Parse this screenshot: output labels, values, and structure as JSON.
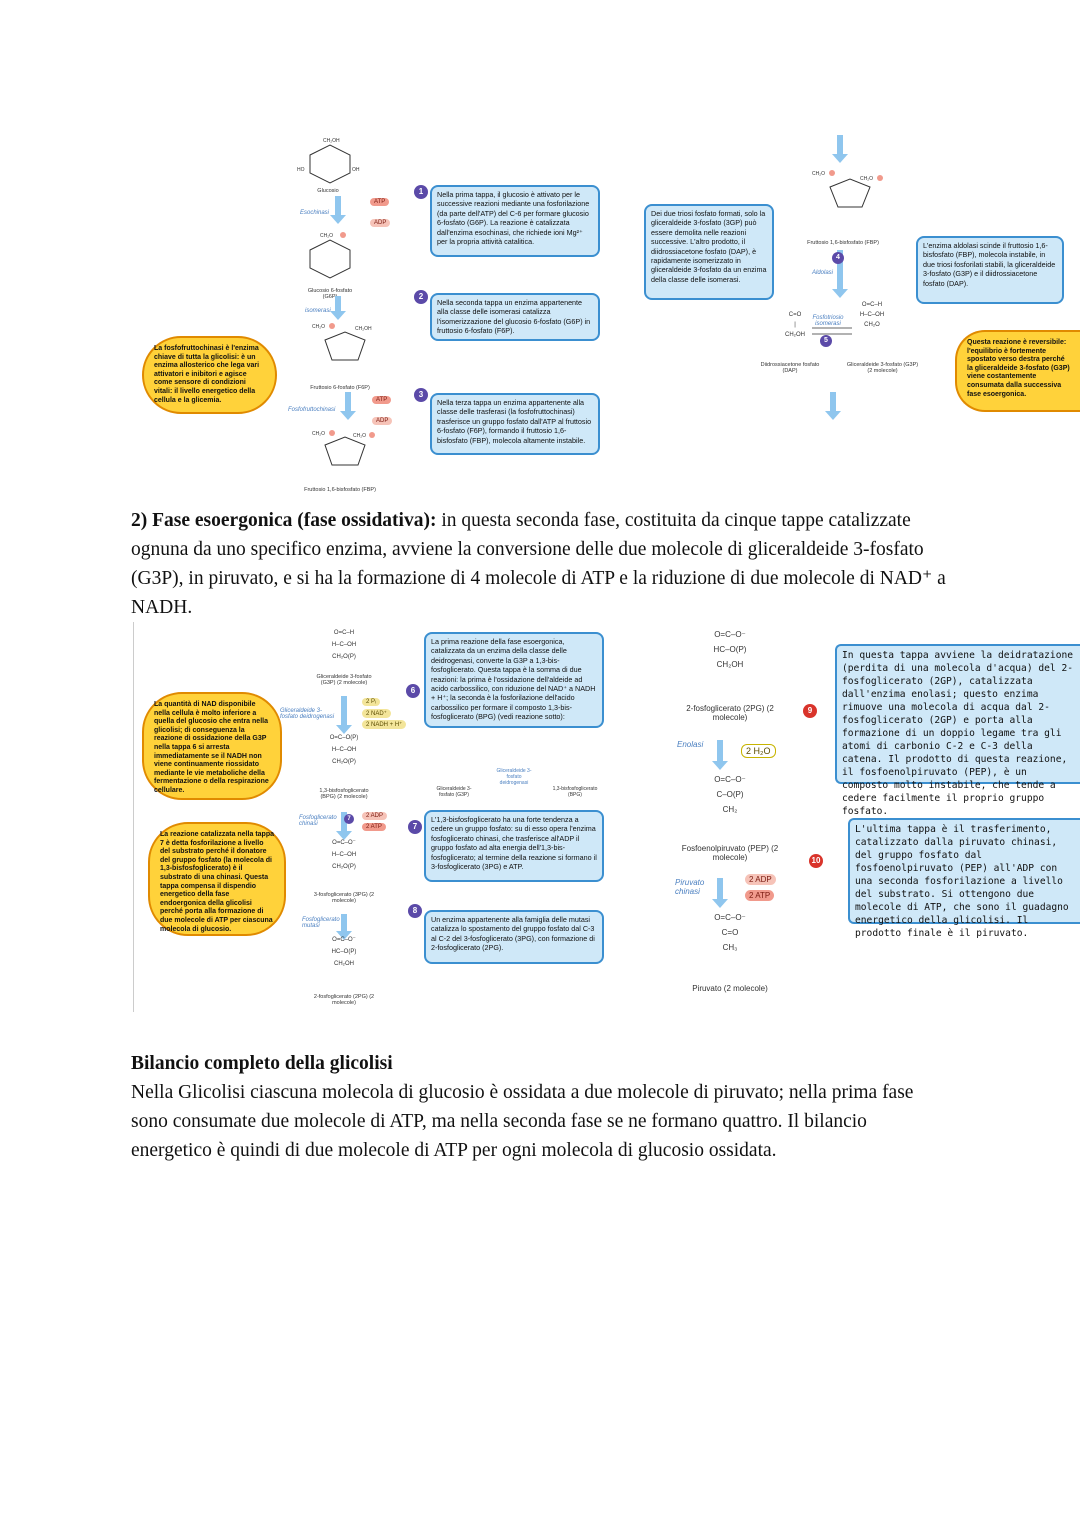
{
  "top_left": {
    "molecules": [
      "Glucosio",
      "Glucosio 6-fosfato (G6P)",
      "Fruttosio 6-fosfato (F6P)",
      "Fruttosio 1,6-bisfosfato (FBP)"
    ],
    "enzymes": [
      "Esochinasi",
      "isomerasi",
      "Fosfofruttochinasi"
    ],
    "cofactors": {
      "atp": "ATP",
      "adp": "ADP"
    },
    "step1": {
      "n": "1",
      "text": "Nella prima tappa, il glucosio è attivato per le successive reazioni mediante una fosforilazione (da parte dell'ATP) del C-6 per formare glucosio 6-fosfato (G6P). La reazione è catalizzata dall'enzima esochinasi, che richiede ioni Mg²⁺ per la propria attività catalitica."
    },
    "step2": {
      "n": "2",
      "text": "Nella seconda tappa un enzima appartenente alla classe delle isomerasi catalizza l'isomerizzazione del glucosio 6-fosfato (G6P) in fruttosio 6-fosfato (F6P)."
    },
    "step3": {
      "n": "3",
      "text": "Nella terza tappa un enzima appartenente alla classe delle trasferasi (la fosfofruttochinasi) trasferisce un gruppo fosfato dall'ATP al fruttosio 6-fosfato (F6P), formando il fruttosio 1,6-bisfosfato (FBP), molecola altamente instabile."
    },
    "cloud": "La fosfofruttochinasi è l'enzima chiave di tutta la glicolisi: è un enzima allosterico che lega vari attivatori e inibitori e agisce come sensore di condizioni vitali: il livello energetico della cellula e la glicemia."
  },
  "top_right": {
    "left_bubble": "Dei due triosi fosfato formati, solo la gliceraldeide 3-fosfato (3GP) può essere demolita nelle reazioni successive. L'altro prodotto, il diidrossiacetone fosfato (DAP), è rapidamente isomerizzato in gliceraldeide 3-fosfato da un enzima della classe delle isomerasi.",
    "right_bubble": "L'enzima aldolasi scinde il fruttosio 1,6-bisfosfato (FBP), molecola instabile, in due triosi fosforilati stabili, la gliceraldeide 3-fosfato (G3P) e il diidrossiacetone fosfato (DAP).",
    "cloud": "Questa reazione è reversibile: l'equilibrio è fortemente spostato verso destra perché la gliceraldeide 3-fosfato (G3P) viene costantemente consumata dalla successiva fase esoergonica.",
    "molecules": [
      "Fruttosio 1,6-bisfosfato (FBP)",
      "Diidrossiacetone fosfato (DAP)",
      "Gliceraldeide 3-fosfato (G3P) (2 molecole)"
    ],
    "enzymes": [
      "Aldolasi",
      "Fosfotriosio isomerasi"
    ],
    "step4": "4",
    "step5": "5"
  },
  "section2": {
    "heading": "2) Fase esoergonica (fase ossidativa):",
    "body": " in questa seconda fase, costituita da cinque tappe catalizzate ognuna da uno specifico enzima, avviene la conversione delle due molecole di gliceraldeide 3-fosfato (G3P), in piruvato, e si ha la formazione di 4 molecole di ATP e la riduzione di due molecole di NAD⁺ a NADH."
  },
  "mid_left": {
    "molecules": [
      "Gliceraldeide 3-fosfato (G3P) (2 molecole)",
      "1,3-bisfosfoglicerato (BPG) (2 molecole)",
      "3-fosfoglicerato (3PG) (2 molecole)",
      "2-fosfoglicerato (2PG) (2 molecole)"
    ],
    "enzymes": [
      "Gliceraldeide 3-fosfato deidrogenasi",
      "Fosfoglicerato chinasi",
      "Fosfoglicerato mutasi"
    ],
    "cofactors": {
      "pi": "2 Pᵢ",
      "nad": "2 NAD⁺",
      "nadh": "2 NADH + H⁺",
      "adp": "2 ADP",
      "atp": "2 ATP"
    },
    "step6": {
      "n": "6",
      "text": "La prima reazione della fase esoergonica, catalizzata da un enzima della classe delle deidrogenasi, converte la G3P a 1,3-bis-fosfoglicerato. Questa tappa è la somma di due reazioni: la prima è l'ossidazione dell'aldeide ad acido carbossilico, con riduzione del NAD⁺ a NADH + H⁺; la seconda è la fosforilazione dell'acido carbossilico per formare il composto 1,3-bis-fosfoglicerato (BPG) (vedi reazione sotto):"
    },
    "step7": {
      "n": "7",
      "text": "L'1,3-bisfosfoglicerato ha una forte tendenza a cedere un gruppo fosfato: su di esso opera l'enzima fosfoglicerato chinasi, che trasferisce all'ADP il gruppo fosfato ad alta energia dell'1,3-bis-fosfoglicerato; al termine della reazione si formano il 3-fosfoglicerato (3PG) e ATP."
    },
    "step8": {
      "n": "8",
      "text": "Un enzima appartenente alla famiglia delle mutasi catalizza lo spostamento del gruppo fosfato dal C-3 al C-2 del 3-fosfoglicerato (3PG), con formazione di 2-fosfoglicerato (2PG)."
    },
    "cloud1": "La quantità di NAD disponibile nella cellula è molto inferiore a quella del glucosio che entra nella glicolisi; di conseguenza la reazione di ossidazione della G3P nella tappa 6 si arresta immediatamente se il NADH non viene continuamente riossidato mediante le vie metaboliche della fermentazione o della respirazione cellulare.",
    "cloud2": "La reazione catalizzata nella tappa 7 è detta fosforilazione a livello del substrato perché il donatore del gruppo fosfato (la molecola di 1,3-bisfosfoglicerato) è il substrato di una chinasi. Questa tappa compensa il dispendio energetico della fase endoergonica della glicolisi perché porta alla formazione di due molecole di ATP per ciascuna molecola di glucosio.",
    "mini_labels": [
      "Gliceraldeide 3-fosfato (G3P)",
      "Gliceraldeide 3-fosfato deidrogenasi",
      "1,3-bisfosfoglicerato (BPG)"
    ]
  },
  "mid_right": {
    "molecules": [
      "2-fosfoglicerato (2PG) (2 molecole)",
      "Fosfoenolpiruvato (PEP) (2 molecole)",
      "Piruvato (2 molecole)"
    ],
    "enzymes": [
      "Enolasi",
      "Piruvato chinasi"
    ],
    "cofactors": {
      "h2o": "2 H₂O",
      "adp": "2 ADP",
      "atp": "2 ATP"
    },
    "step9": {
      "n": "9",
      "text": "In questa tappa avviene la deidratazione (perdita di una molecola d'acqua) del 2-fosfoglicerato (2GP), catalizzata dall'enzima enolasi; questo enzima rimuove una molecola di acqua dal 2-fosfoglicerato (2GP) e porta alla formazione di un doppio legame tra gli atomi di carbonio C-2 e C-3 della catena. Il prodotto di questa reazione, il fosfoenolpiruvato (PEP), è un composto molto instabile, che tende a cedere facilmente il proprio gruppo fosfato."
    },
    "step10": {
      "n": "10",
      "text": "L'ultima tappa è il trasferimento, catalizzato dalla piruvato chinasi, del gruppo fosfato dal fosfoenolpiruvato (PEP) all'ADP con una seconda fosforilazione a livello del substrato. Si ottengono due molecole di ATP, che sono il guadagno energetico della glicolisi. Il prodotto finale è il piruvato."
    }
  },
  "bilancio": {
    "heading": "Bilancio completo della glicolisi",
    "body": "Nella Glicolisi ciascuna molecola di glucosio è ossidata a due molecole di piruvato; nella prima fase sono consumate due molecole di ATP, ma nella seconda fase se ne formano quattro. Il bilancio energetico è quindi di due molecole di ATP per ogni molecola di glucosio ossidata."
  }
}
